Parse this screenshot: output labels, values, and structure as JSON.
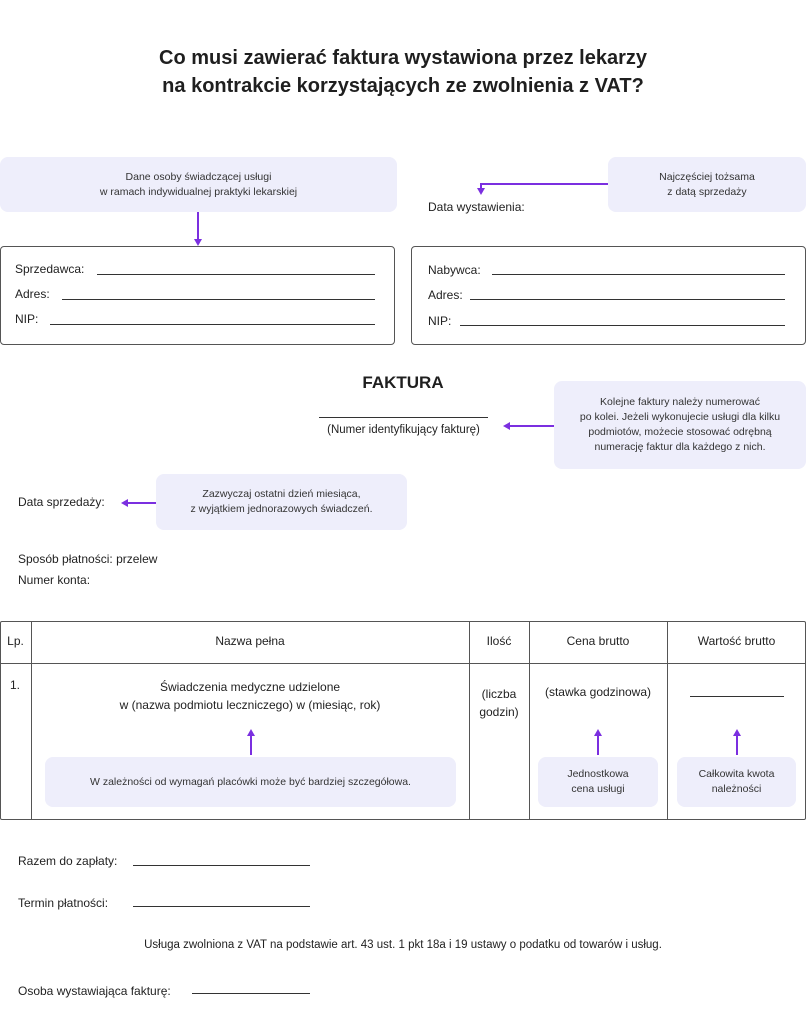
{
  "title_line1": "Co musi zawierać faktura wystawiona przez lekarzy",
  "title_line2": "na kontrakcie korzystających ze zwolnienia z VAT?",
  "note_seller_1": "Dane osoby świadczącej usługi",
  "note_seller_2": "w ramach indywidualnej praktyki lekarskiej",
  "note_date_1": "Najczęściej tożsama",
  "note_date_2": "z datą sprzedaży",
  "issue_date_label": "Data wystawienia:",
  "seller": {
    "name": "Sprzedawca:",
    "address": "Adres:",
    "nip": "NIP:"
  },
  "buyer": {
    "name": "Nabywca:",
    "address": "Adres:",
    "nip": "NIP:"
  },
  "invoice_title": "FAKTURA",
  "invoice_number_caption": "(Numer identyfikujący fakturę)",
  "note_numbering": [
    "Kolejne faktury należy numerować",
    "po kolei. Jeżeli wykonujecie usługi dla kilku",
    "podmiotów, możecie stosować odrębną",
    "numerację faktur dla każdego z nich."
  ],
  "sale_date_label": "Data sprzedaży:",
  "note_sale_1": "Zazwyczaj ostatni dzień miesiąca,",
  "note_sale_2": "z wyjątkiem jednorazowych świadczeń.",
  "payment_method": "Sposób płatności: przelew",
  "account_number": "Numer konta:",
  "table": {
    "headers": [
      "Lp.",
      "Nazwa pełna",
      "Ilość",
      "Cena brutto",
      "Wartość brutto"
    ],
    "row_lp": "1.",
    "row_name_1": "Świadczenia medyczne udzielone",
    "row_name_2": "w (nazwa podmiotu leczniczego) w (miesiąc, rok)",
    "row_qty_1": "(liczba",
    "row_qty_2": "godzin)",
    "row_price": "(stawka godzinowa)",
    "note_name": "W zależności od wymagań placówki może być bardziej szczegółowa.",
    "note_price_1": "Jednostkowa",
    "note_price_2": "cena usługi",
    "note_value_1": "Całkowita kwota",
    "note_value_2": "należności"
  },
  "total_label": "Razem do zapłaty:",
  "due_label": "Termin płatności:",
  "vat_exemption": "Usługa zwolniona z VAT na podstawie art. 43 ust. 1 pkt 18a i 19 ustawy o podatku od towarów i usług.",
  "issuer_label": "Osoba wystawiająca fakturę:",
  "colors": {
    "accent": "#7b2fe0",
    "note_bg": "#eeeefb"
  }
}
